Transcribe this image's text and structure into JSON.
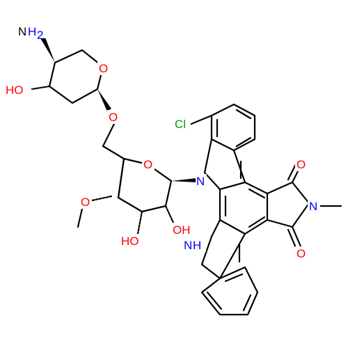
{
  "colors": {
    "bond": "#000000",
    "oxygen": "#ff0000",
    "nitrogen": "#0000ff",
    "chlorine": "#00a000",
    "carbon_label": "#000000"
  },
  "atoms": {
    "amine_n": "N",
    "amine_h2": "H",
    "amine_h2_sub": "2",
    "pyran_o": "O",
    "hydroxyl_4": "HO",
    "ether_o": "O",
    "glucose_ring_o": "O",
    "methoxy_o": "O",
    "hydroxyl_3": "HO",
    "hydroxyl_2": "OH",
    "chlorine": "Cl",
    "indole_n": "N",
    "indole_nh_n": "N",
    "indole_nh_h": "H",
    "imide_o_top": "O",
    "imide_o_bottom": "O",
    "imide_n": "N"
  }
}
